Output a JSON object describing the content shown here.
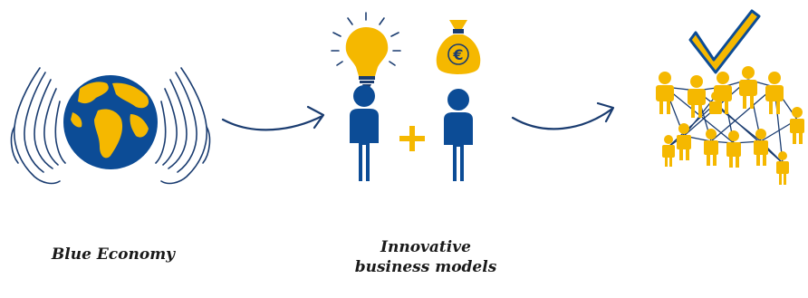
{
  "colors": {
    "navy": "#0c4c96",
    "gold": "#f5b800",
    "line": "#1a3c70",
    "text": "#1a1a1a"
  },
  "icons": [
    "hands-icon",
    "globe-icon",
    "arrow-icon",
    "lightbulb-icon",
    "money-bag-icon",
    "person-icon",
    "plus-icon",
    "checkmark-icon",
    "network-icon"
  ],
  "captions": {
    "blue_economy": "Blue Economy",
    "innovative_line1": "Innovative",
    "innovative_line2": "business models"
  },
  "money_symbol": "€"
}
